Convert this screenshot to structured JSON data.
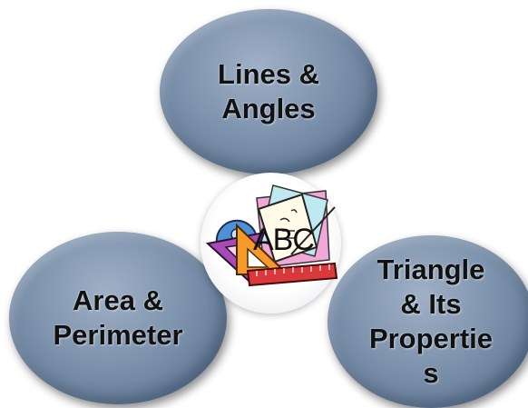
{
  "nodes": {
    "top": {
      "lines": [
        "Lines &",
        "Angles"
      ]
    },
    "left": {
      "lines": [
        "Area &",
        "Perimeter"
      ]
    },
    "right": {
      "lines": [
        "Triangle",
        "& Its",
        "Propertie",
        "s"
      ]
    }
  },
  "center": {
    "clipart_text": "ABC",
    "icon": "geometry-tools-clipart"
  },
  "colors": {
    "bubble": "#7e93ad",
    "bubble_dark": "#536985",
    "text": "#111111"
  }
}
